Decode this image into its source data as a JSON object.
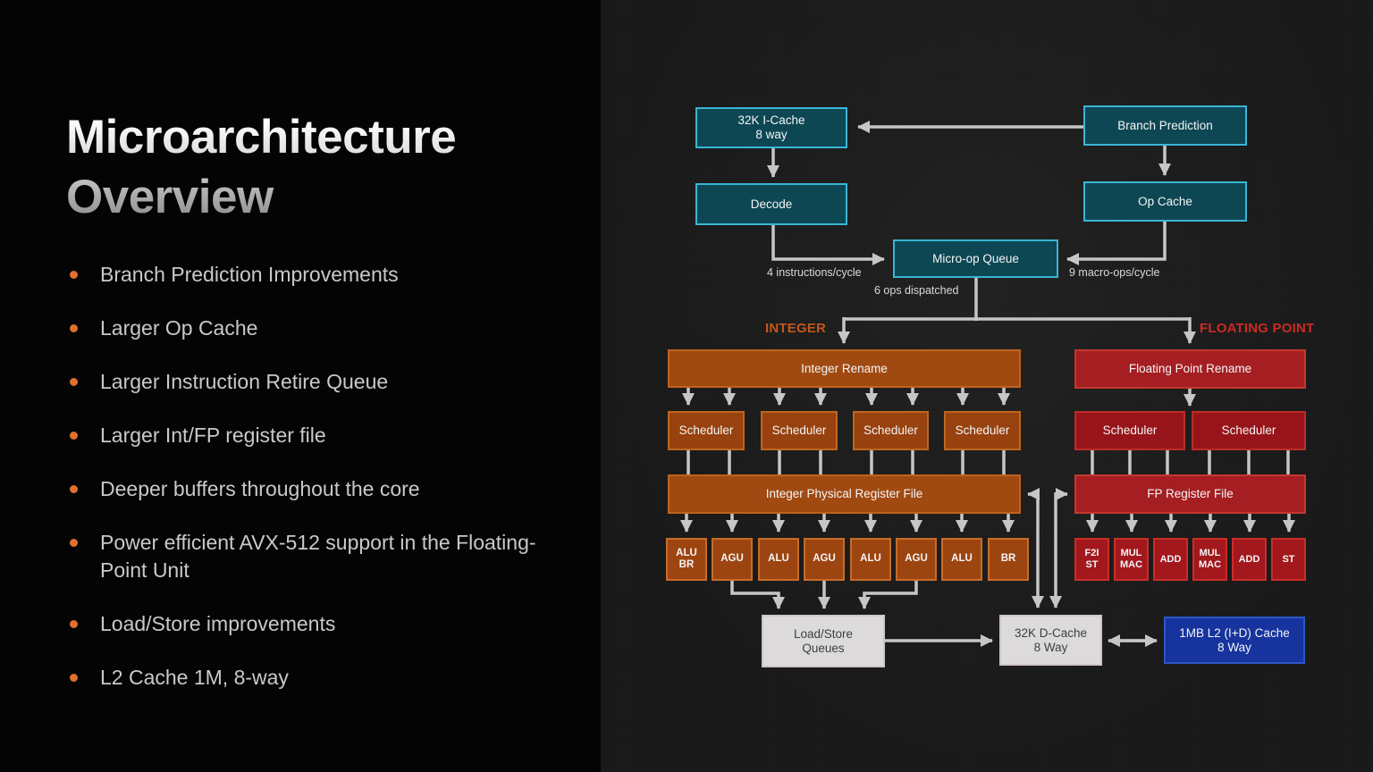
{
  "slide": {
    "title": "Microarchitecture\nOverview",
    "bullets": [
      "Branch Prediction Improvements",
      "Larger Op Cache",
      "Larger Instruction Retire Queue",
      "Larger Int/FP register file",
      "Deeper buffers throughout the core",
      "Power efficient AVX-512 support in the Floating-Point Unit",
      "Load/Store improvements",
      "L2 Cache 1M, 8-way"
    ]
  },
  "diagram": {
    "boxes": {
      "icache": "32K I-Cache\n8 way",
      "branch_prediction": "Branch Prediction",
      "decode": "Decode",
      "op_cache": "Op Cache",
      "micro_op_queue": "Micro-op Queue",
      "integer_rename": "Integer Rename",
      "fp_rename": "Floating Point Rename",
      "scheduler_label": "Scheduler",
      "int_prf": "Integer Physical Register File",
      "fp_rf": "FP Register File",
      "int_units": [
        "ALU\nBR",
        "AGU",
        "ALU",
        "AGU",
        "ALU",
        "AGU",
        "ALU",
        "BR"
      ],
      "fp_units": [
        "F2I\nST",
        "MUL\nMAC",
        "ADD",
        "MUL\nMAC",
        "ADD",
        "ST"
      ],
      "load_store": "Load/Store\nQueues",
      "dcache": "32K D-Cache\n8 Way",
      "l2": "1MB L2 (I+D) Cache\n8 Way"
    },
    "labels": {
      "instructions": "4 instructions/cycle",
      "macro_ops": "9 macro-ops/cycle",
      "dispatched": "6 ops dispatched",
      "integer": "INTEGER",
      "floating_point": "FLOATING POINT"
    },
    "colors": {
      "teal_border": "#3ab6d4",
      "orange_fill": "#a04a12",
      "red_fill": "#a41e22",
      "blue_fill": "#16339e",
      "gray_fill": "#dcdada",
      "arrow_gray": "#c6c6c6",
      "integer_label": "#c2571b",
      "floating_point_label": "#cb2b22",
      "bullet_dot": "#e0702e"
    }
  }
}
